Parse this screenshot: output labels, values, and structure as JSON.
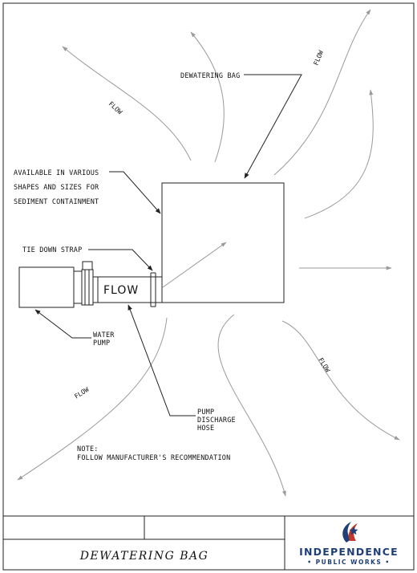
{
  "labels": {
    "dewatering_bag": "DEWATERING BAG",
    "available_line1": "AVAILABLE IN VARIOUS",
    "available_line2": "SHAPES AND SIZES FOR",
    "available_line3": "SEDIMENT CONTAINMENT",
    "tie_down_strap": "TIE DOWN STRAP",
    "hose_flow": "FLOW",
    "water_pump_line1": "WATER",
    "water_pump_line2": "PUMP",
    "pump_hose_line1": "PUMP",
    "pump_hose_line2": "DISCHARGE",
    "pump_hose_line3": "HOSE",
    "note_line1": "NOTE:",
    "note_line2": "FOLLOW MANUFACTURER'S RECOMMENDATION"
  },
  "flow_labels": [
    "FLOW",
    "FLOW",
    "FLOW",
    "FLOW"
  ],
  "title_block": {
    "drawing_title": "DEWATERING BAG",
    "brand_name": "INDEPENDENCE",
    "brand_sub": "• PUBLIC WORKS •"
  },
  "colors": {
    "brand_blue": "#1f3f78",
    "brand_red": "#c0392b",
    "flow_arrow_gray": "#9a9a9a"
  }
}
